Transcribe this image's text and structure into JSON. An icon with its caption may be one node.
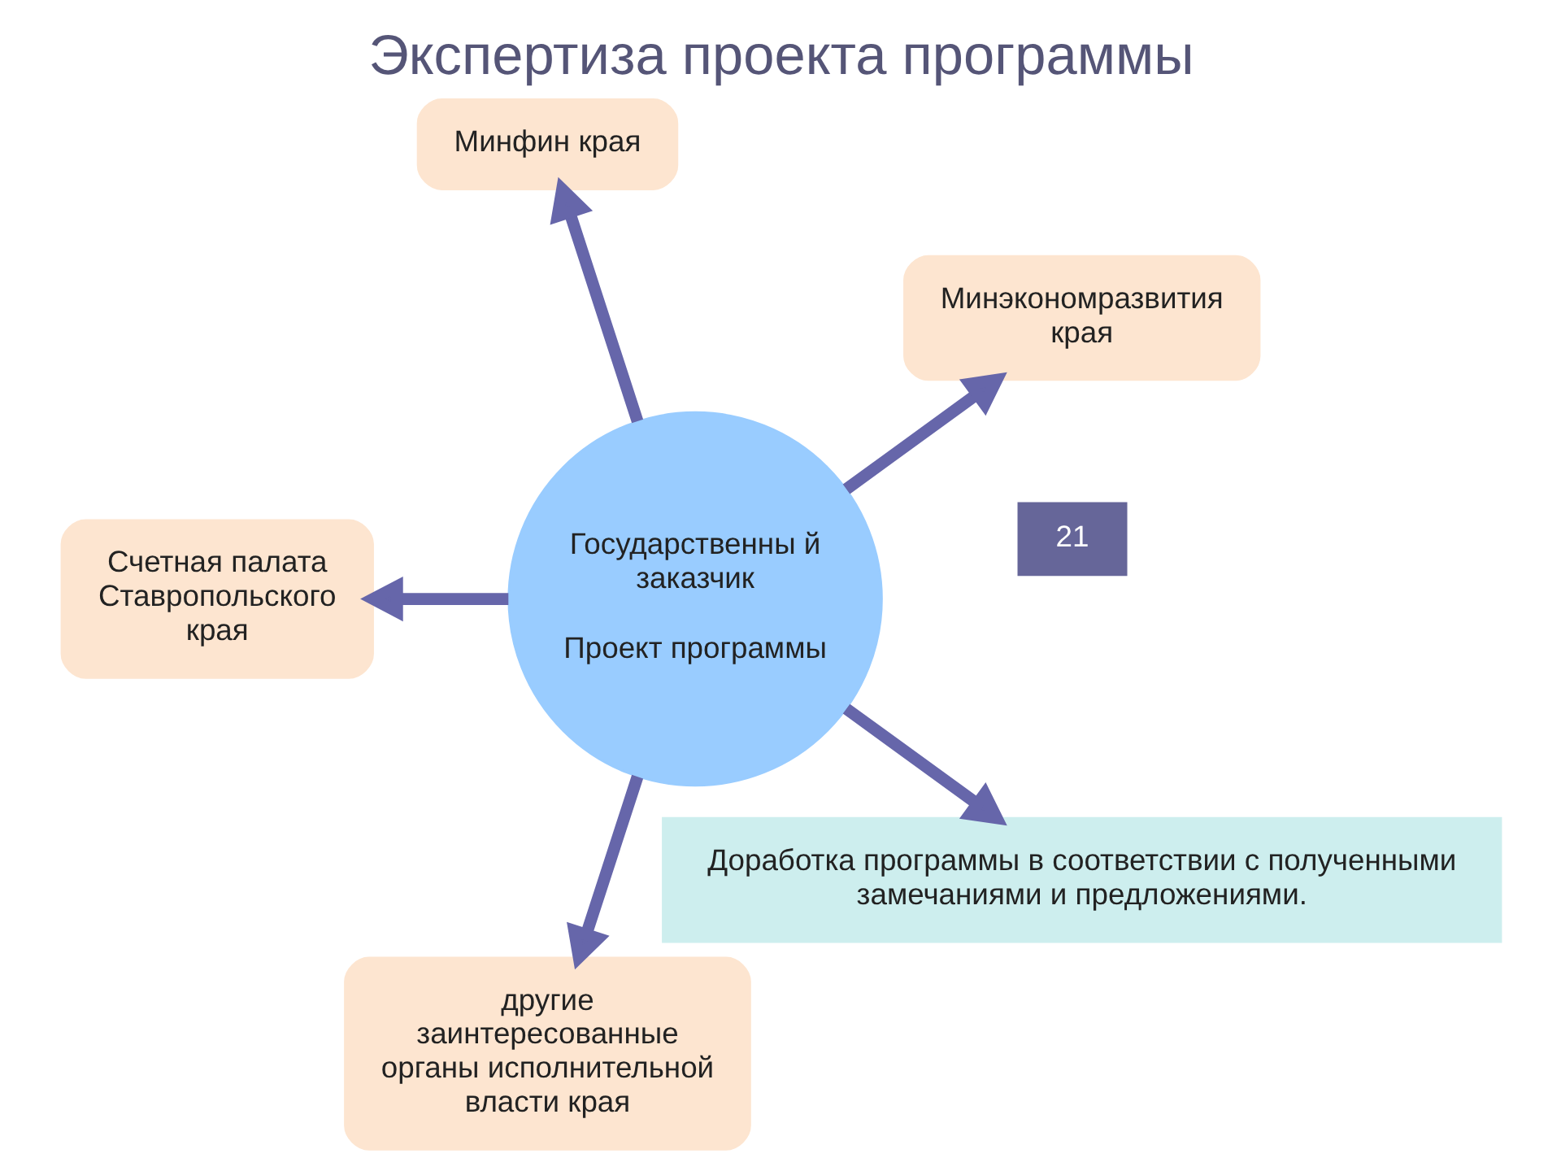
{
  "diagram": {
    "title": "Экспертиза проекта программы",
    "nodes": [
      {
        "text": [
          "Государственны й заказчик",
          "Проект программы"
        ]
      },
      {
        "text": [
          "Минэкономразвития края"
        ]
      },
      {
        "text": [
          "Минфин края"
        ]
      },
      {
        "text": [
          "Счетная палата Ставропольского края"
        ]
      },
      {
        "text": [
          "другие заинтересованные органы исполнительной власти края"
        ]
      },
      {
        "text": [
          "Доработка программы в соответствии с полученными замечаниями и предложениями."
        ]
      }
    ],
    "edges": [
      {
        "from": 0,
        "to": 1,
        "arrow": "to"
      },
      {
        "from": 0,
        "to": 2,
        "arrow": "to"
      },
      {
        "from": 0,
        "to": 3,
        "arrow": "to"
      },
      {
        "from": 0,
        "to": 4,
        "arrow": "to"
      },
      {
        "from": 0,
        "to": 5,
        "arrow": "to"
      }
    ],
    "labels": [
      "21"
    ]
  }
}
